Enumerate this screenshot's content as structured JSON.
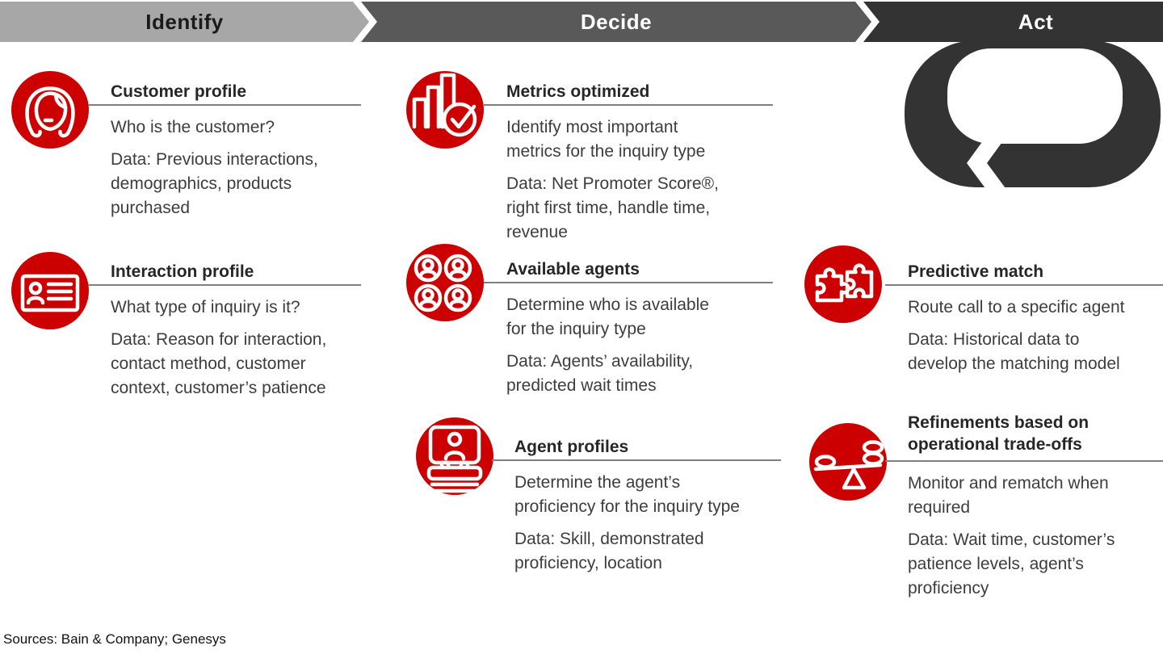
{
  "palette": {
    "brand_red": "#cc0000",
    "band_identify": "#a7a7a7",
    "band_decide": "#595959",
    "band_act": "#333333"
  },
  "phases": {
    "identify": "Identify",
    "decide": "Decide",
    "act": "Act"
  },
  "items": {
    "customer_profile": {
      "icon": "woman-face-icon",
      "title": "Customer profile",
      "question": "Who is the customer?",
      "data": "Data: Previous interactions,\ndemographics, products\npurchased"
    },
    "interaction_profile": {
      "icon": "id-card-icon",
      "title": "Interaction profile",
      "question": "What type of inquiry is it?",
      "data": "Data: Reason for interaction,\ncontact method, customer\ncontext, customer’s patience"
    },
    "metrics_optimized": {
      "icon": "bar-chart-check-icon",
      "title": "Metrics optimized",
      "question": "Identify most important\nmetrics for the inquiry type",
      "data": "Data: Net Promoter Score®,\nright first time, handle time,\nrevenue"
    },
    "available_agents": {
      "icon": "people-group-icon",
      "title": "Available agents",
      "question": "Determine who is available\nfor the inquiry type",
      "data": "Data: Agents’ availability,\npredicted wait times"
    },
    "agent_profiles": {
      "icon": "profile-briefcase-icon",
      "title": "Agent profiles",
      "question": "Determine the agent’s\nproficiency for the inquiry type",
      "data": "Data: Skill, demonstrated\nproficiency, location"
    },
    "predictive_match": {
      "icon": "puzzle-pieces-icon",
      "title": "Predictive match",
      "question": "Route call to a specific agent",
      "data": "Data: Historical data to\ndevelop the matching model"
    },
    "refinements": {
      "icon": "balance-scale-icon",
      "title": "Refinements based on\noperational trade-offs",
      "question": "Monitor and rematch when\nrequired",
      "data": "Data: Wait time, customer’s\npatience levels, agent’s\nproficiency"
    }
  },
  "source": "Sources: Bain & Company; Genesys"
}
